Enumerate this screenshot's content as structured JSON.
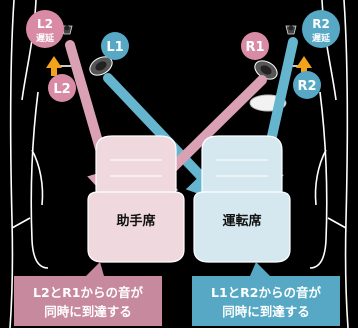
{
  "colors": {
    "background": "#000000",
    "body_line": "#ffffff",
    "left_pink": "#d9a1b3",
    "right_blue": "#66b5cf",
    "delay_arrow": "#f3a21c",
    "seat_left": "#efd8de",
    "seat_right": "#d5e8ef",
    "caption_left": "#c7899e",
    "caption_right": "#56a8c4"
  },
  "badges": {
    "l1": "L1",
    "r1": "R1",
    "l2": "L2",
    "r2": "R2",
    "l2_delay": {
      "top": "L2",
      "bottom": "遅延"
    },
    "r2_delay": {
      "top": "R2",
      "bottom": "遅延"
    }
  },
  "seats": {
    "passenger": "助手席",
    "driver": "運転席"
  },
  "captions": {
    "left": {
      "line1": "L2とR1からの音が",
      "line2": "同時に到達する"
    },
    "right": {
      "line1": "L1とR2からの音が",
      "line2": "同時に到達する"
    }
  },
  "icons": [
    "speaker-icon",
    "tweeter-icon",
    "delay-arrow-icon"
  ]
}
